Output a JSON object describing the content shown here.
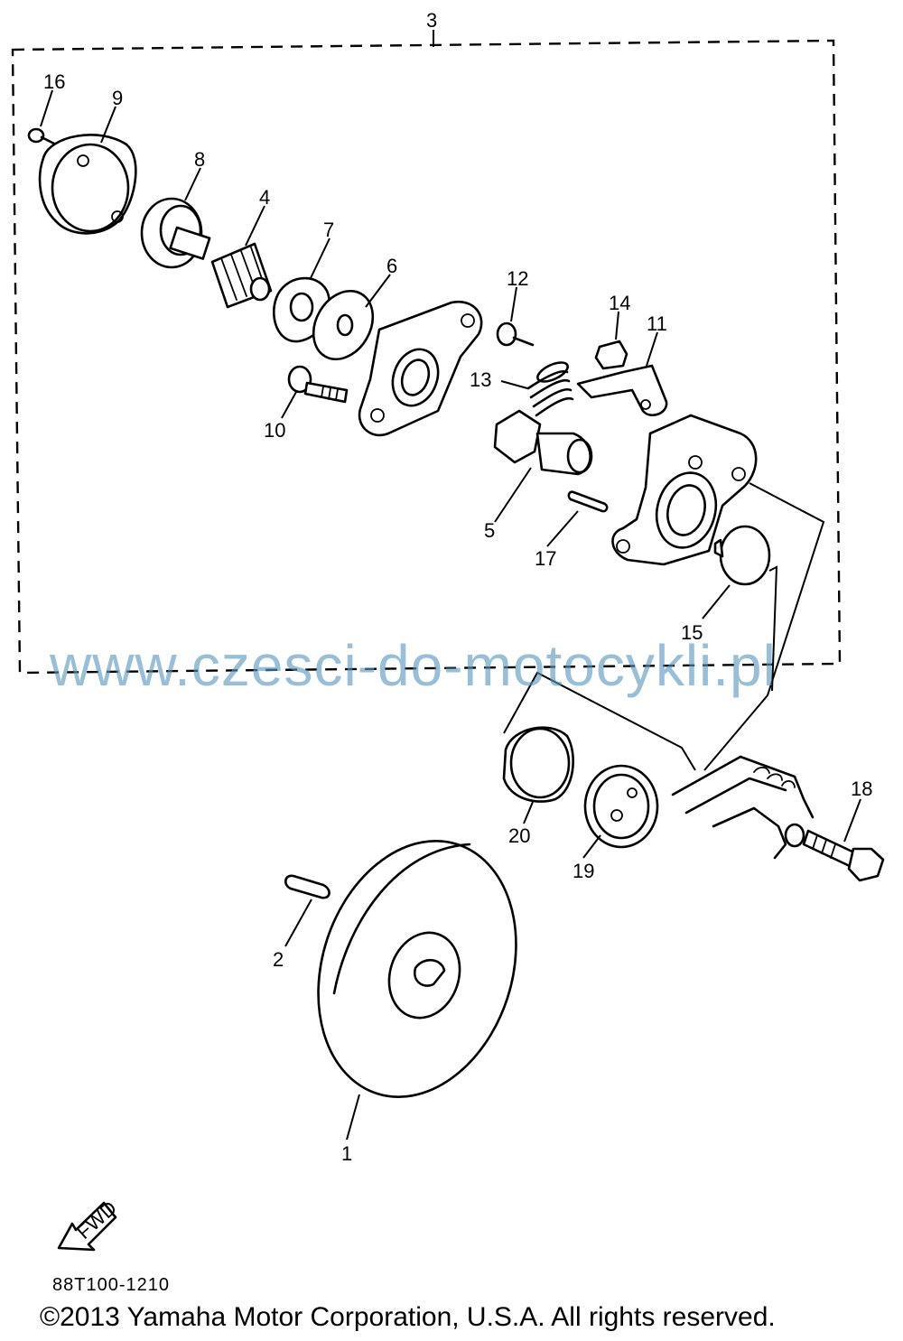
{
  "labels": {
    "n1": "1",
    "n2": "2",
    "n3": "3",
    "n4": "4",
    "n5": "5",
    "n6": "6",
    "n7": "7",
    "n8": "8",
    "n9": "9",
    "n10": "10",
    "n11": "11",
    "n12": "12",
    "n13": "13",
    "n14": "14",
    "n15": "15",
    "n16": "16",
    "n17": "17",
    "n18": "18",
    "n19": "19",
    "n20": "20"
  },
  "fwd_label": "FWD",
  "part_number": "88T100-1210",
  "copyright": "©2013 Yamaha Motor Corporation, U.S.A. All rights reserved.",
  "watermark": "www.czesci-do-motocykli.pl",
  "colors": {
    "watermark": "#5a96be",
    "ink": "#000000"
  }
}
